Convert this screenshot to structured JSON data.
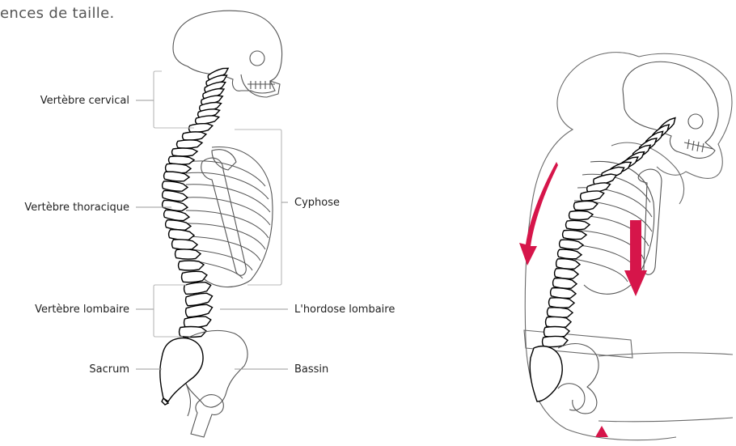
{
  "header": {
    "text": "ences de taille."
  },
  "labels": {
    "cervical": "Vertèbre cervical",
    "thoracic": "Vertèbre thoracique",
    "lumbar": "Vertèbre lombaire",
    "sacrum": "Sacrum",
    "kyphosis": "Cyphose",
    "lordosis": "L'hordose lombaire",
    "pelvis": "Bassin"
  },
  "colors": {
    "arrow": "#d6154a",
    "bone_stroke": "#000000",
    "bracket": "#b8b8b8"
  },
  "icons": [
    "down-arrow-icon",
    "curved-arrow-icon",
    "pressure-triangle-icon"
  ]
}
